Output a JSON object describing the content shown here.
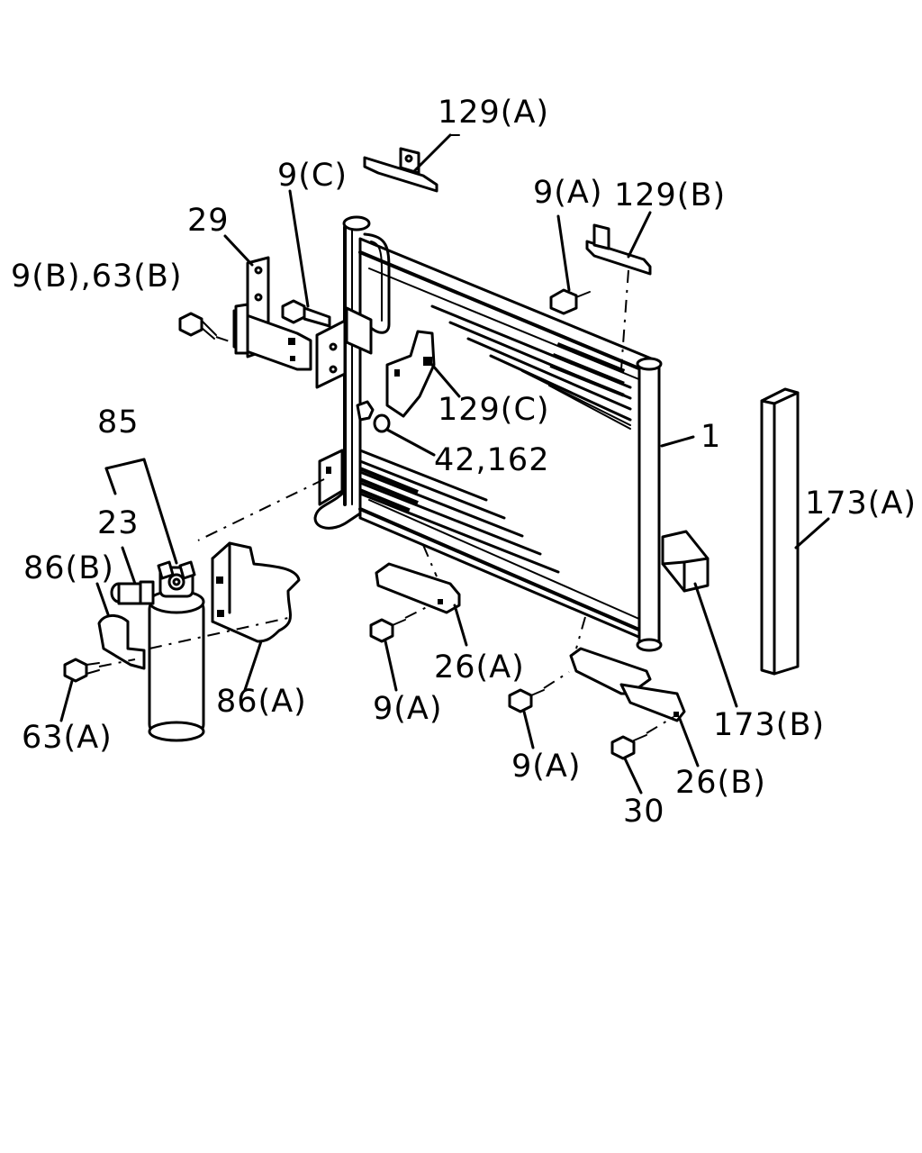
{
  "callouts": {
    "c129a": "129(A)",
    "c9c": "9(C)",
    "c9a_top": "9(A)",
    "c129b": "129(B)",
    "c29": "29",
    "c9b63b": "9(B),63(B)",
    "c129c": "129(C)",
    "c1": "1",
    "c85": "85",
    "c42162": "42,162",
    "c173a": "173(A)",
    "c23": "23",
    "c86b": "86(B)",
    "c26a": "26(A)",
    "c9a_mid": "9(A)",
    "c86a": "86(A)",
    "c173b": "173(B)",
    "c63a": "63(A)",
    "c9a_low": "9(A)",
    "c26b": "26(B)",
    "c30": "30"
  }
}
